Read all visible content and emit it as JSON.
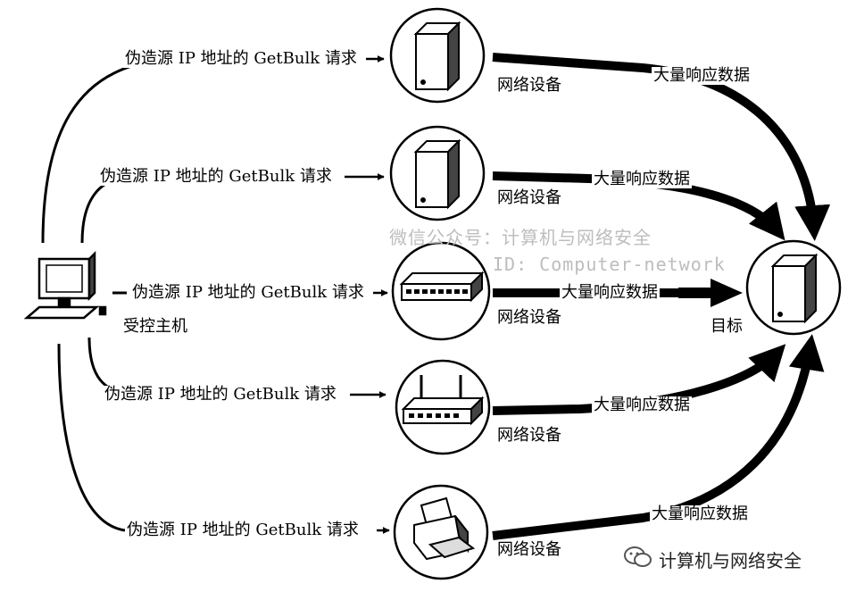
{
  "labels": {
    "request": "伪造源 IP 地址的 GetBulk 请求",
    "response": "大量响应数据",
    "device": "网络设备",
    "controlled_host": "受控主机",
    "target": "目标"
  },
  "watermark": {
    "line1": "微信公众号：计算机与网络安全",
    "line2": "ID: Computer-network"
  },
  "footer": {
    "text": "计算机与网络安全",
    "icon": "wechat-icon"
  },
  "devices": [
    {
      "id": "server-1",
      "icon": "server-icon"
    },
    {
      "id": "server-2",
      "icon": "server-icon"
    },
    {
      "id": "switch",
      "icon": "switch-icon"
    },
    {
      "id": "router",
      "icon": "router-icon"
    },
    {
      "id": "printer",
      "icon": "printer-icon"
    }
  ]
}
